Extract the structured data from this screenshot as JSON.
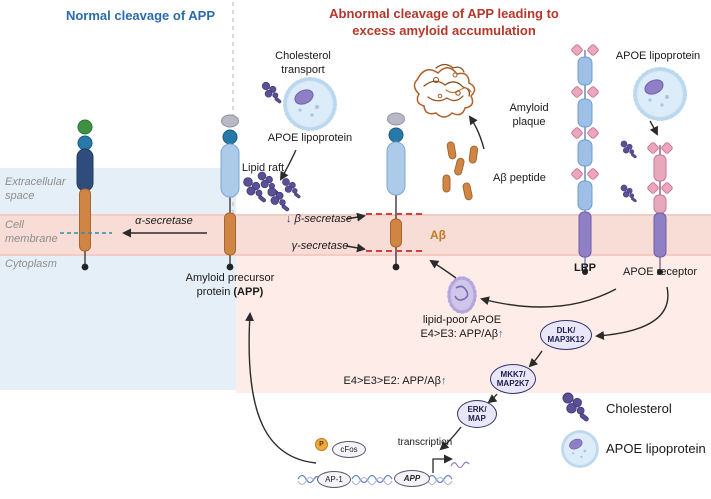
{
  "titles": {
    "normal": "Normal cleavage of APP",
    "abnormal_line1": "Abnormal cleavage of APP leading to",
    "abnormal_line2": "excess amyloid accumulation"
  },
  "compartments": {
    "extracellular": "Extracellular space",
    "cell_membrane": "Cell membrane",
    "cytoplasm": "Cytoplasm"
  },
  "enzymes": {
    "alpha": "α-secretase",
    "beta": "β-secretase",
    "gamma": "γ-secretase",
    "beta_reduction_arrow": "↓"
  },
  "app": {
    "line1": "Amyloid precursor",
    "line2_text": "protein ",
    "line2_bold": "(APP)"
  },
  "labels": {
    "lipid_raft": "Lipid raft",
    "cholesterol_transport": "Cholesterol transport",
    "apoe_lipoprotein_center": "APOE lipoprotein",
    "amyloid_plaque": "Amyloid plaque",
    "abeta": "Aβ",
    "abeta_peptide": "Aβ peptide",
    "lrp": "LRP",
    "apoe_lipoprotein_right": "APOE lipoprotein",
    "apoe_receptor": "APOE receptor",
    "lipid_poor_apoe": "lipid-poor APOE",
    "lipid_poor_ratio": "E4>E3: APP/Aβ",
    "up_arrow": "↑",
    "isoform_ratio": "E4>E3>E2: APP/Aβ",
    "transcription": "transcription"
  },
  "cascade": {
    "node1_line1": "DLK/",
    "node1_line2": "MAP3K12",
    "node2_line1": "MKK7/",
    "node2_line2": "MAP2K7",
    "node3_line1": "ERK/",
    "node3_line2": "MAP"
  },
  "transcription_complex": {
    "phospho": "P",
    "cfos": "cFos",
    "ap1": "AP-1",
    "app_gene": "APP"
  },
  "legend": {
    "cholesterol": "Cholesterol",
    "apoe_lipoprotein": "APOE lipoprotein"
  },
  "colors": {
    "normal_title_blue": "#2a6cab",
    "abnormal_title_red": "#b5372b",
    "abeta_orange": "#c07a28",
    "up_arrow_blue": "#2a6cab",
    "membrane_pink": "#f8dcd6",
    "extracellular_blue": "#e5eff8",
    "cytoplasm_peach": "#fdece7",
    "cholesterol_purple": "#5a5096",
    "apoe_particle_blue": "#d9e9f6"
  }
}
